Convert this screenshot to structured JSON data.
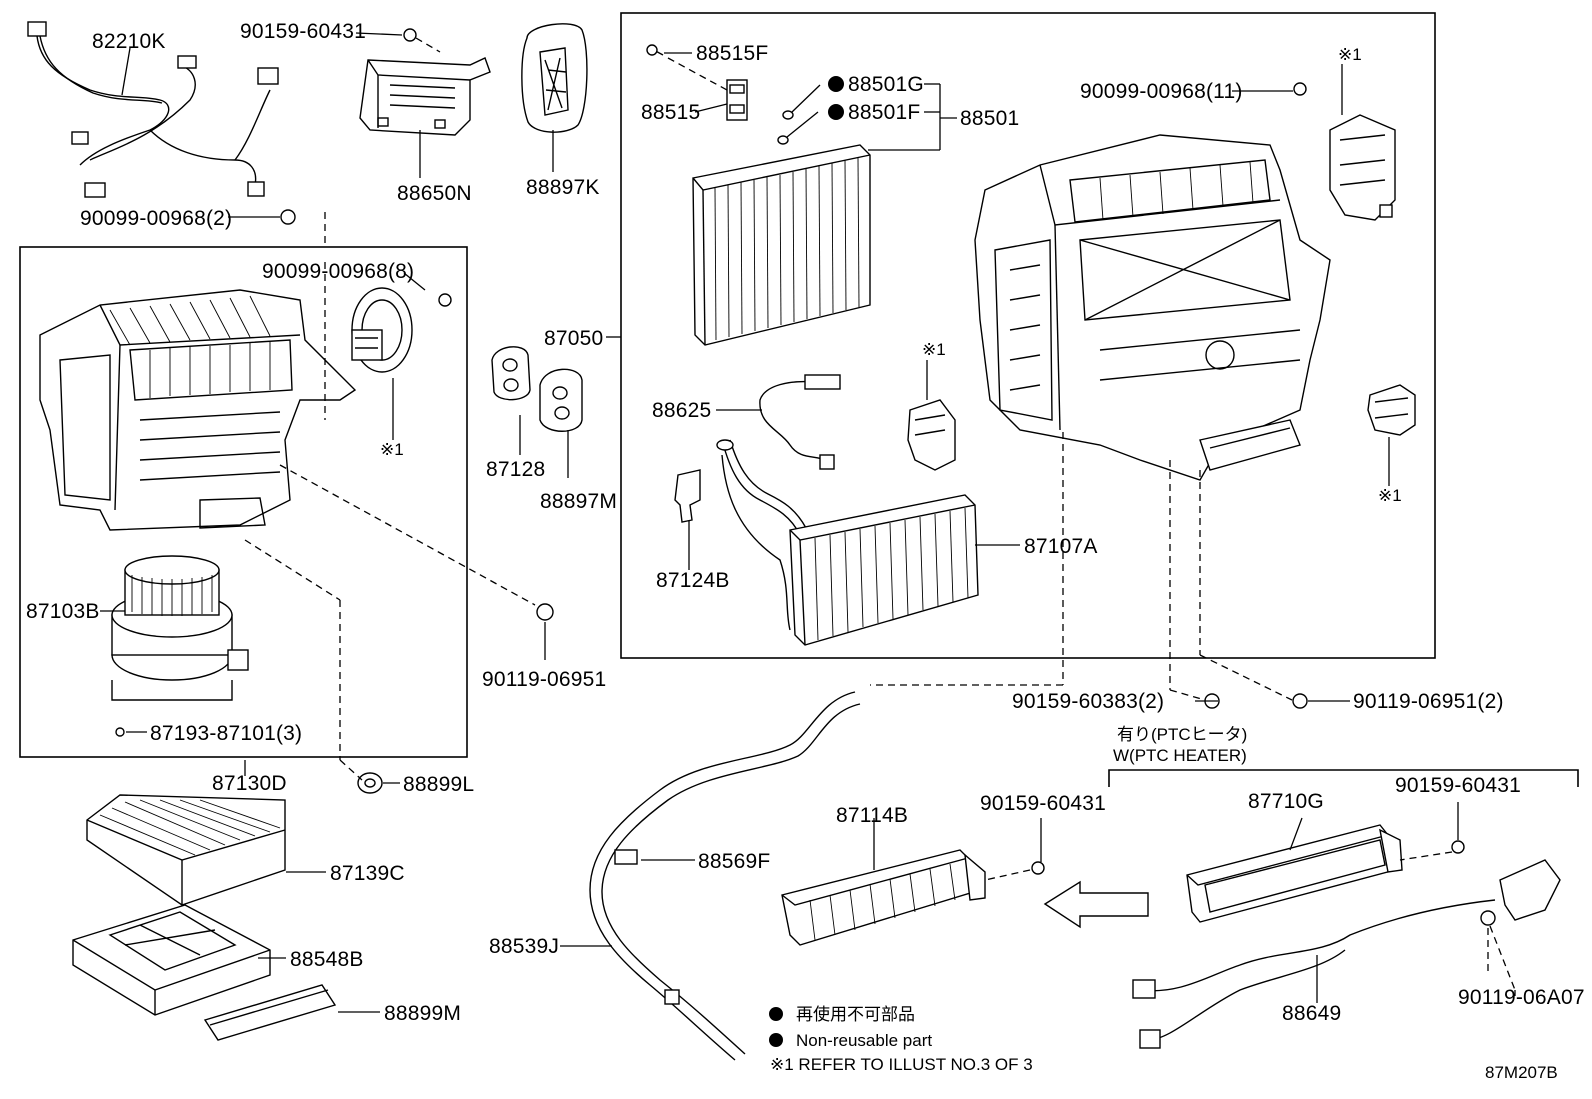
{
  "labels": {
    "p82210K": "82210K",
    "p90159_60431_a": "90159-60431",
    "p88650N": "88650N",
    "p88897K": "88897K",
    "p90099_00968_2": "90099-00968(2)",
    "p90099_00968_8": "90099-00968(8)",
    "p87130D": "87130D",
    "p87103B": "87103B",
    "p87193_87101_3": "87193-87101(3)",
    "p88899L": "88899L",
    "p87139C": "87139C",
    "p88548B": "88548B",
    "p88899M": "88899M",
    "p87128": "87128",
    "p88897M": "88897M",
    "p90119_06951": "90119-06951",
    "p87050": "87050",
    "p88515F": "88515F",
    "p88515": "88515",
    "p88501G": "88501G",
    "p88501F": "88501F",
    "p88501": "88501",
    "p90099_00968_11": "90099-00968(11)",
    "p88625": "88625",
    "p87124B": "87124B",
    "p87107A": "87107A",
    "p90159_60383_2": "90159-60383(2)",
    "p90119_06951_2": "90119-06951(2)",
    "p87114B": "87114B",
    "p90159_60431_b": "90159-60431",
    "p87710G": "87710G",
    "p90159_60431_c": "90159-60431",
    "p88569F": "88569F",
    "p88539J": "88539J",
    "p88649": "88649",
    "p90119_06A07": "90119-06A07"
  },
  "markers": {
    "ref_mark_1": "※1",
    "ref_mark_2": "※1",
    "ref_mark_3": "※1",
    "ref_mark_4": "※1"
  },
  "ptc": {
    "jp": "有り(PTCヒータ)",
    "en": "W(PTC HEATER)"
  },
  "legend": {
    "line1": "再使用不可部品",
    "line2": "Non-reusable part",
    "line3": "※1 REFER TO ILLUST NO.3 OF 3"
  },
  "illustration_id": "87M207B",
  "icons": [
    "non-reusable-dot-icon",
    "arrow-left-icon"
  ]
}
